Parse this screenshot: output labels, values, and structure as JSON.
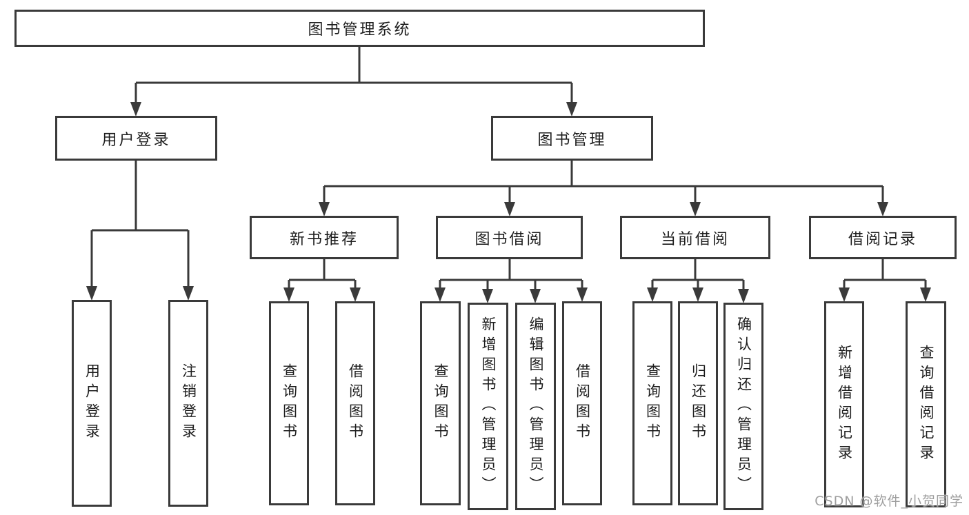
{
  "tree": {
    "root": {
      "label": "图书管理系统"
    },
    "branches": [
      {
        "label": "用户登录",
        "children": [
          {
            "label": "用户登录"
          },
          {
            "label": "注销登录"
          }
        ]
      },
      {
        "label": "图书管理",
        "children": [
          {
            "label": "新书推荐",
            "children": [
              {
                "label": "查询图书"
              },
              {
                "label": "借阅图书"
              }
            ]
          },
          {
            "label": "图书借阅",
            "children": [
              {
                "label": "查询图书"
              },
              {
                "label": "新增图书（管理员）"
              },
              {
                "label": "编辑图书（管理员）"
              },
              {
                "label": "借阅图书"
              }
            ]
          },
          {
            "label": "当前借阅",
            "children": [
              {
                "label": "查询图书"
              },
              {
                "label": "归还图书"
              },
              {
                "label": "确认归还（管理员）"
              }
            ]
          },
          {
            "label": "借阅记录",
            "children": [
              {
                "label": "新增借阅记录"
              },
              {
                "label": "查询借阅记录"
              }
            ]
          }
        ]
      }
    ]
  },
  "watermark": {
    "text": "CSDN @软件_小贺同学"
  },
  "colors": {
    "line": "#3a3a3a",
    "text": "#1d1d1d",
    "watermark": "#9e9e9e",
    "background": "#ffffff"
  }
}
